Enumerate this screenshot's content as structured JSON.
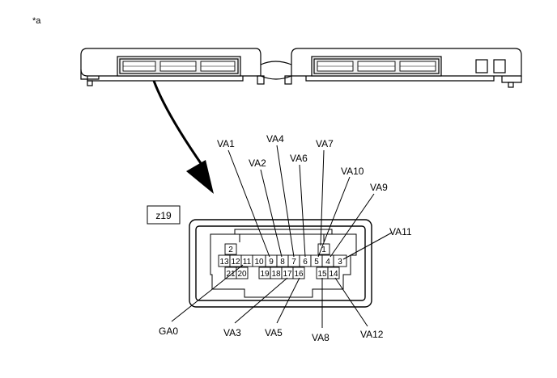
{
  "figure_note": "*a",
  "connector_code": "z19",
  "pin_numbers": [
    "1",
    "2",
    "3",
    "4",
    "5",
    "6",
    "7",
    "8",
    "9",
    "10",
    "11",
    "12",
    "13",
    "14",
    "15",
    "16",
    "17",
    "18",
    "19",
    "20",
    "21"
  ],
  "callouts": {
    "VA1": "VA1",
    "VA2": "VA2",
    "VA3": "VA3",
    "VA4": "VA4",
    "VA5": "VA5",
    "VA6": "VA6",
    "VA7": "VA7",
    "VA8": "VA8",
    "VA9": "VA9",
    "VA10": "VA10",
    "VA11": "VA11",
    "VA12": "VA12",
    "GA0": "GA0"
  },
  "colors": {
    "line": "#000000",
    "body_fill": "#ffffff",
    "port_fill": "#e8e8e8"
  }
}
